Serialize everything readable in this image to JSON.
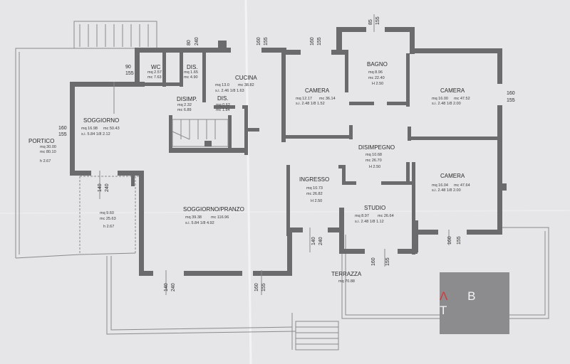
{
  "rooms": {
    "wc": {
      "name": "WC",
      "mq": "mq 2.57",
      "mc": "mc 7.63"
    },
    "dis1": {
      "name": "DIS.",
      "mq": "mq 1.65",
      "mc": "mc 4.90"
    },
    "cucina": {
      "name": "CUCINA",
      "mq": "mq 13.0",
      "mc": "mc 38.82",
      "si": "s.i. 2.46  1/8 1.63"
    },
    "disimp": {
      "name": "DISIMP.",
      "mq": "mq 2.32",
      "mc": "mc 6.89"
    },
    "dis2": {
      "name": "DIS.",
      "mq": "mq 0.62",
      "mc": "mc 1.84"
    },
    "soggiorno": {
      "name": "SOGGIORNO",
      "mq": "mq 16.98",
      "mc": "mc 50.43",
      "si": "s.i. 5.84  1/8 2.12"
    },
    "portico": {
      "name": "PORTICO",
      "mq": "mq 30.00",
      "mc": "mc 80.10",
      "h": "h 2.67"
    },
    "portico_side": {
      "mq": "mq  9.60",
      "mc": "mc 25.63",
      "h": "h 2.67"
    },
    "camera1": {
      "name": "CAMERA",
      "mq": "mq 12.17",
      "mc": "mc 36.14",
      "si": "s.i. 2.48  1/8 1.52"
    },
    "bagno": {
      "name": "BAGNO",
      "mq": "mq  8.96",
      "mc": "mc 22.40",
      "h": "H 2.50"
    },
    "camera2": {
      "name": "CAMERA",
      "mq": "mq 16.00",
      "mc": "mc 47.52",
      "si": "s.i. 2.48  1/8 2.00"
    },
    "disimpegno": {
      "name": "DISIMPEGNO",
      "mq": "mq 10.68",
      "mc": "mc 26.70",
      "h": "H 2.50"
    },
    "ingresso": {
      "name": "INGRESSO",
      "mq": "mq 10.73",
      "mc": "mc 26.82",
      "h": "H 2.50"
    },
    "camera3": {
      "name": "CAMERA",
      "mq": "mq 16.04",
      "mc": "mc 47.64",
      "si": "s.i. 2.48  1/8 2.00"
    },
    "studio": {
      "name": "STUDIO",
      "mq": "mq 8.97",
      "mc": "mc 26.64",
      "si": "s.i. 2.48  1/8 1.12"
    },
    "soggiorno_pranzo": {
      "name": "SOGGIORNO/PRANZO",
      "mq": "mq 39.38",
      "mc": "mc 116.96",
      "si": "s.i. 5.84  1/8 4.92"
    },
    "terrazza": {
      "name": "TERRAZZA",
      "mq": "mq 70.88"
    }
  },
  "openings": {
    "o_80_240": {
      "w": "80",
      "h": "240"
    },
    "o_90_155": {
      "w": "90",
      "h": "155"
    },
    "o_160_155_kitchen": {
      "w": "160",
      "h": "155"
    },
    "o_160_155_cam1": {
      "w": "160",
      "h": "155"
    },
    "o_85_155": {
      "w": "85",
      "h": "155"
    },
    "o_160_155_cam2": {
      "w": "160",
      "h": "155"
    },
    "o_160_155_sog": {
      "w": "160",
      "h": "155"
    },
    "o_140_240_side": {
      "w": "140",
      "h": "240"
    },
    "o_140_240_ingr": {
      "w": "140",
      "h": "240"
    },
    "o_160_155_studio": {
      "w": "160",
      "h": "155"
    },
    "o_160_155_cam3": {
      "w": "160",
      "h": "155"
    },
    "o_140_240_bottom": {
      "w": "140",
      "h": "240"
    },
    "o_160_155_bottom": {
      "w": "160",
      "h": "155"
    }
  },
  "logo": {
    "accent": "Λ",
    "text": "B T",
    "accent_color": "#d23a3a",
    "bg_color": "#8c8b8d"
  }
}
